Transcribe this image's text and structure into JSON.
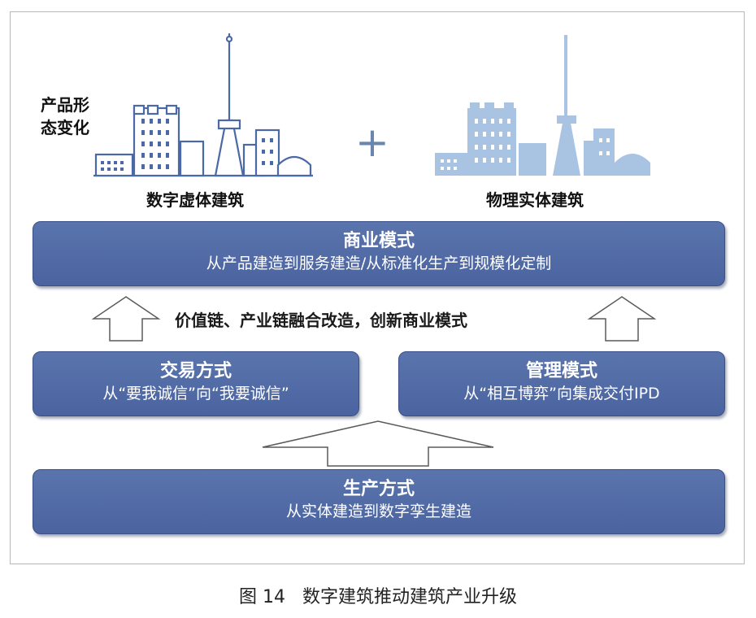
{
  "top": {
    "digital_side_label": "产品形\n态变化",
    "digital_label": "数字虚体建筑",
    "physical_label": "物理实体建筑",
    "plus_symbol": "+"
  },
  "business_model": {
    "title": "商业模式",
    "subtitle": "从产品建造到服务建造/从标准化生产到规模化定制"
  },
  "middle_text": "价值链、产业链融合改造，创新商业模式",
  "trading": {
    "title": "交易方式",
    "subtitle": "从“要我诚信”向“我要诚信”"
  },
  "management": {
    "title": "管理模式",
    "subtitle": "从“相互博弈”向集成交付IPD"
  },
  "production": {
    "title": "生产方式",
    "subtitle": "从实体建造到数字孪生建造"
  },
  "caption": "图 14   数字建筑推动建筑产业升级",
  "colors": {
    "box_blue": "#4f69a4",
    "wireframe_blue": "#4a69a6",
    "solid_skyline": "#a9c4e2"
  }
}
